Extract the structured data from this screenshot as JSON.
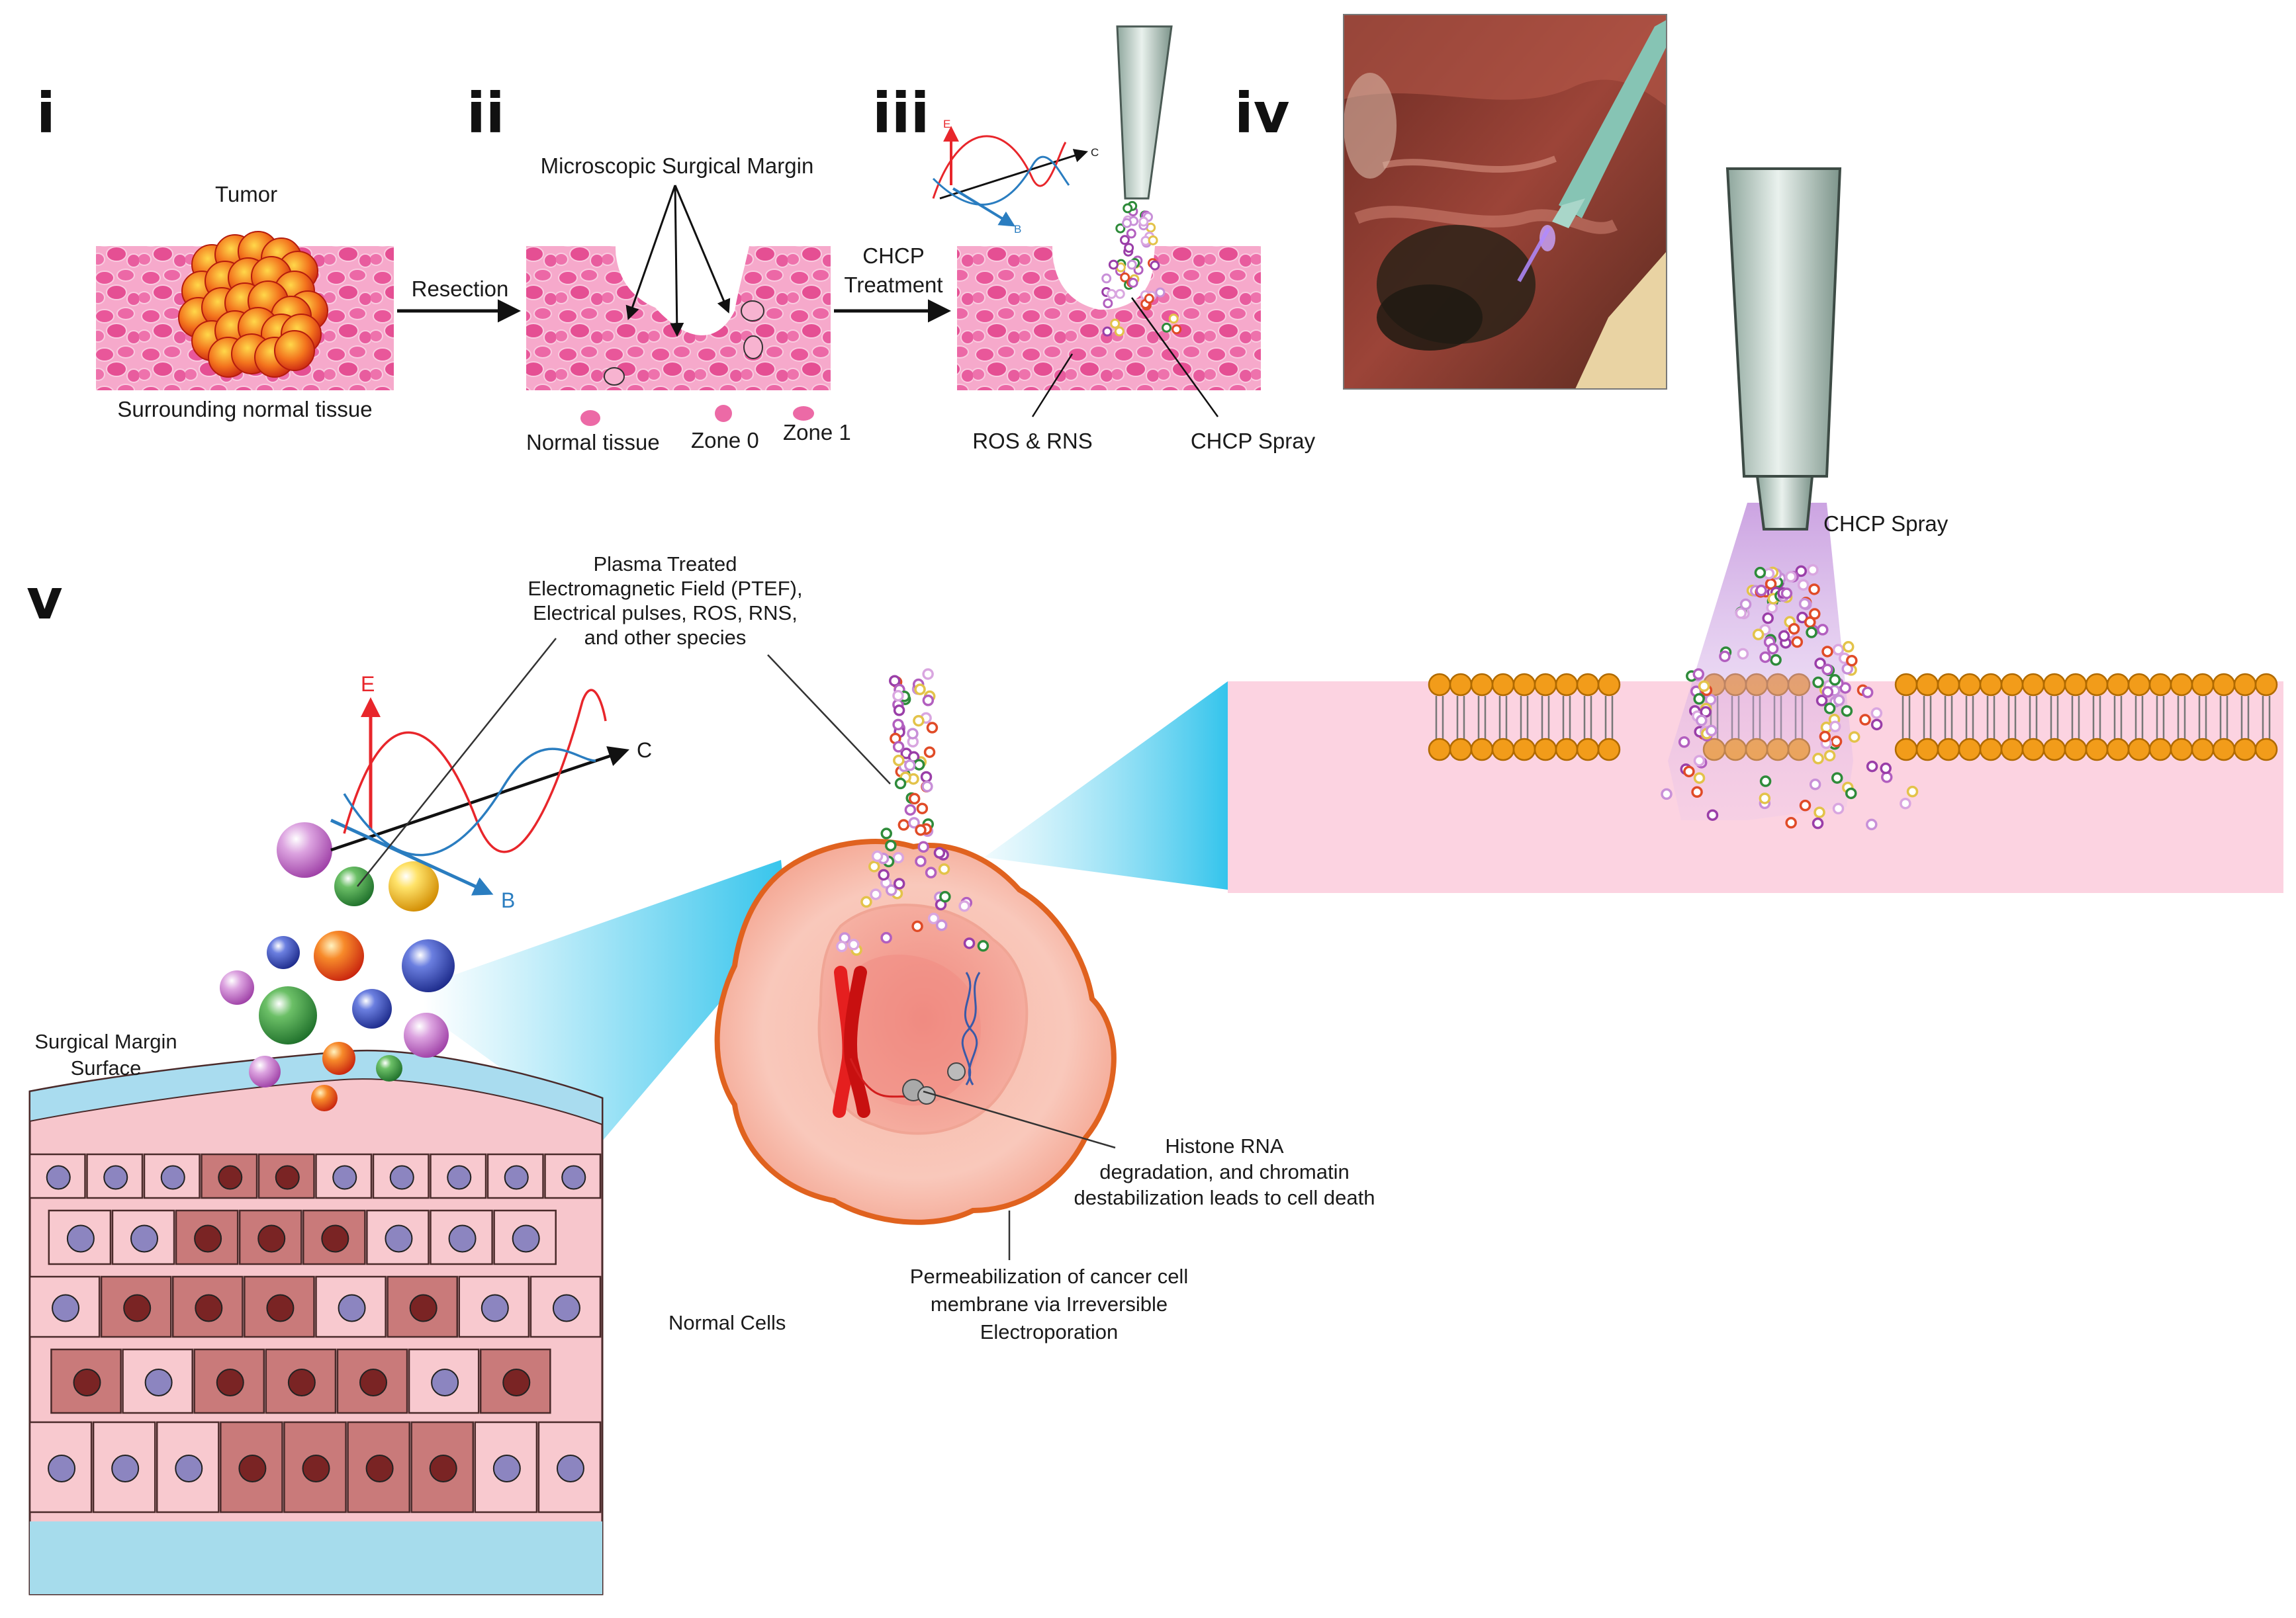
{
  "panels": {
    "i": {
      "label": "i",
      "tumor": "Tumor",
      "tissue": "Surrounding normal tissue",
      "arrow": "Resection"
    },
    "ii": {
      "label": "ii",
      "margin": "Microscopic Surgical Margin",
      "legend": [
        "Normal tissue",
        "Zone 0",
        "Zone 1"
      ],
      "arrow": [
        "CHCP",
        "Treatment"
      ]
    },
    "iii": {
      "label": "iii",
      "axes": [
        "E",
        "B",
        "C"
      ],
      "ros": "ROS & RNS",
      "spray": "CHCP Spray"
    },
    "iv": {
      "label": "iv"
    },
    "v": {
      "label": "v",
      "ptef": [
        "Plasma Treated",
        "Electromagnetic Field (PTEF),",
        "Electrical pulses, ROS, RNS,",
        "and other species"
      ],
      "axes": [
        "E",
        "B",
        "C"
      ],
      "surface": [
        "Surgical Margin",
        "Surface"
      ],
      "normal_cells": "Normal Cells",
      "histone": [
        "Histone RNA",
        "degradation, and chromatin",
        "destabilization leads to cell death"
      ],
      "permeab": [
        "Permeabilization of cancer cell",
        "membrane via Irreversible",
        "Electroporation"
      ],
      "spray": "CHCP Spray"
    }
  },
  "colors": {
    "tissue_pink": "#f4a6c8",
    "tumor": "#e8401c",
    "lipid_head": "#f29c1a",
    "membrane_band": "#fcd3e1",
    "cyan_beam": "#35c5ea",
    "e_field": "#e8262b",
    "b_field": "#2a7dc0",
    "plasma": "#b98bd6"
  }
}
